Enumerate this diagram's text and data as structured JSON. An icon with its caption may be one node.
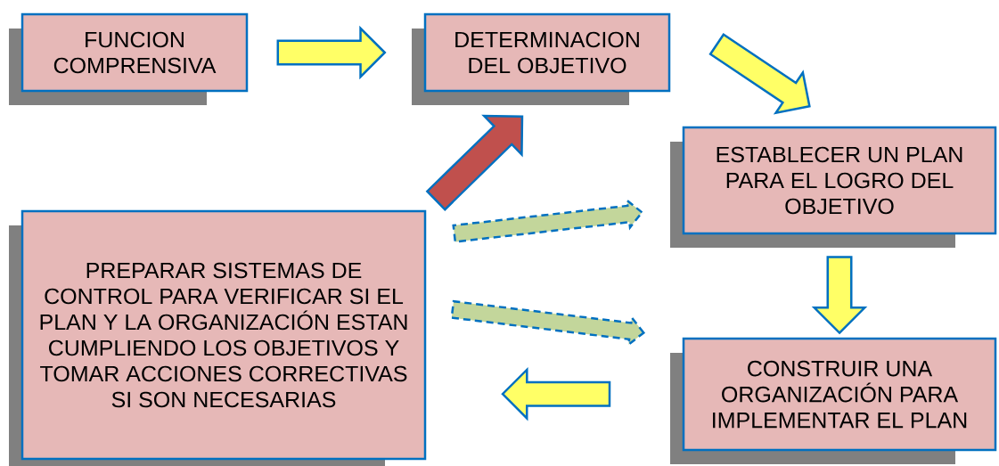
{
  "diagram": {
    "nodes": [
      {
        "text": [
          "FUNCION COMPRENSIVA"
        ]
      },
      {
        "text": [
          "DETERMINACION DEL OBJETIVO"
        ]
      },
      {
        "text": [
          "ESTABLECER UN PLAN PARA EL LOGRO DEL OBJETIVO"
        ]
      },
      {
        "text": [
          "CONSTRUIR UNA ORGANIZACIÓN PARA IMPLEMENTAR EL PLAN"
        ]
      },
      {
        "text": [
          "PREPARAR SISTEMAS DE CONTROL PARA VERIFICAR SI EL PLAN Y LA ORGANIZACIÓN ESTAN CUMPLIENDO LOS OBJETIVOS Y TOMAR ACCIONES CORRECTIVAS SI SON NECESARIAS"
        ]
      }
    ],
    "edges": [
      {
        "from": 0,
        "to": 1,
        "arrow": "to"
      },
      {
        "from": 1,
        "to": 2,
        "arrow": "to"
      },
      {
        "from": 2,
        "to": 3,
        "arrow": "to"
      },
      {
        "from": 3,
        "to": 4,
        "arrow": "to"
      },
      {
        "from": 4,
        "to": 1,
        "arrow": "to",
        "color": "#c0504d"
      },
      {
        "from": 4,
        "to": 2,
        "arrow": "to",
        "style": "dashed",
        "color": "#c3d69b"
      },
      {
        "from": 4,
        "to": 3,
        "arrow": "to",
        "style": "dashed",
        "color": "#c3d69b"
      }
    ]
  }
}
